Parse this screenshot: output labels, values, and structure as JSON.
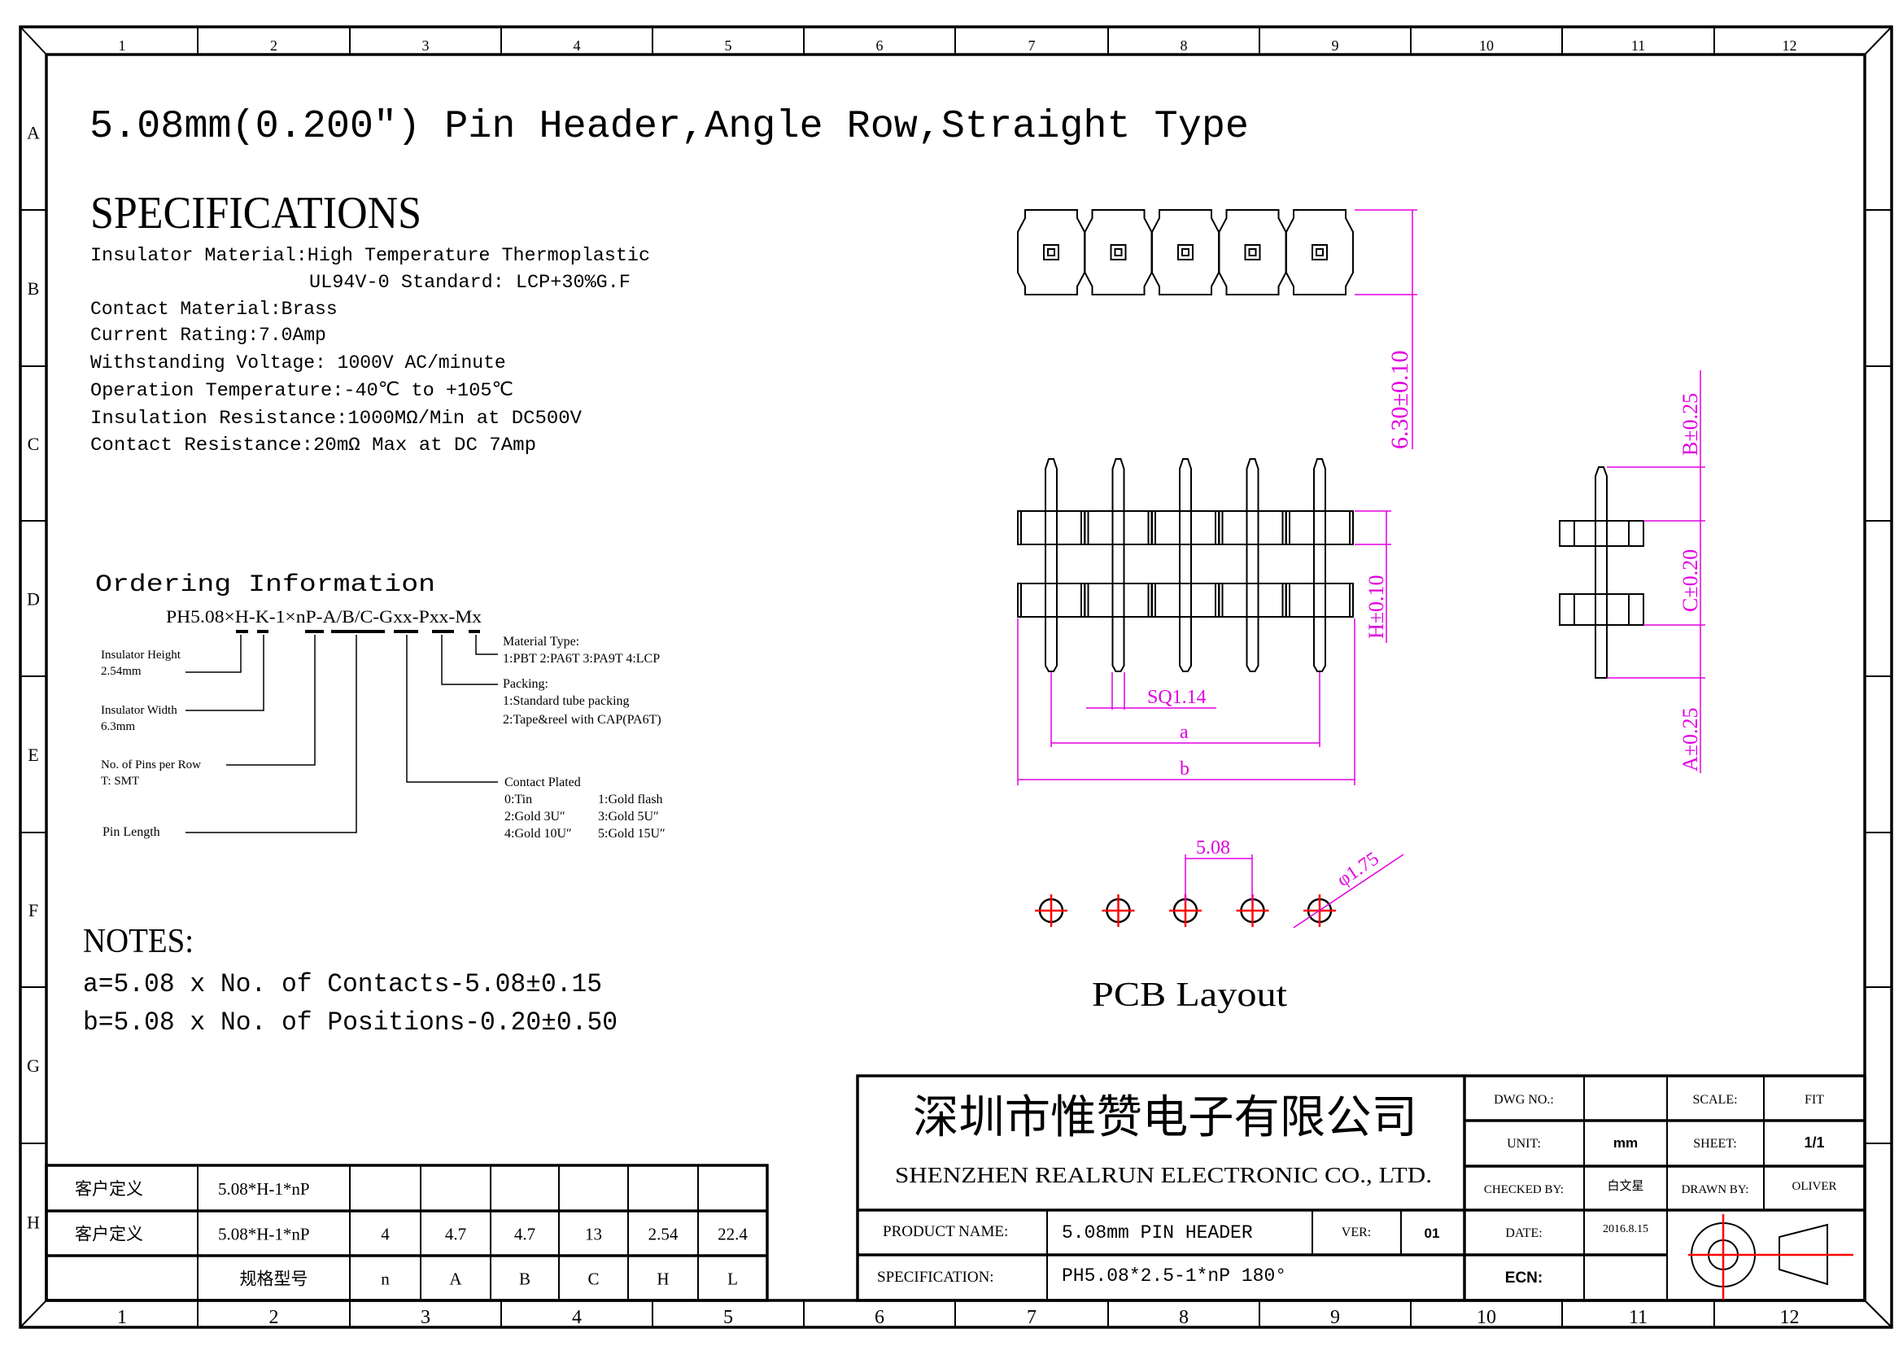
{
  "title": "5.08mm(0.200″) Pin Header,Angle Row,Straight Type",
  "specifications": {
    "heading": "SPECIFICATIONS",
    "lines": [
      "Insulator Material:High Temperature Thermoplastic",
      "UL94V-0 Standard: LCP+30%G.F",
      "Contact Material:Brass",
      "Current Rating:7.0Amp",
      "Withstanding Voltage: 1000V AC/minute",
      "Operation Temperature:-40℃ to +105℃",
      "Insulation Resistance:1000MΩ/Min at DC500V",
      "Contact Resistance:20mΩ Max at DC 7Amp"
    ]
  },
  "ordering": {
    "heading": "Ordering Information",
    "code": "PH5.08×H-K-1×nP-A/B/C-Gxx-Pxx-Mx",
    "left_labels": {
      "height": "Insulator Height",
      "height_val": "2.54mm",
      "width": "Insulator Width",
      "width_val": "6.3mm",
      "pins": "No. of Pins per Row",
      "pins_val": "T: SMT",
      "length": "Pin Length"
    },
    "material": {
      "title": "Material Type:",
      "options": "1:PBT 2:PA6T 3:PA9T 4:LCP"
    },
    "packing": {
      "title": "Packing:",
      "opt1": "1:Standard tube packing",
      "opt2": "2:Tape&reel with CAP(PA6T)"
    },
    "plating": {
      "title": "Contact Plated",
      "o0": "0:Tin",
      "o1": "1:Gold flash",
      "o2": "2:Gold 3U″",
      "o3": "3:Gold 5U″",
      "o4": "4:Gold 10U″",
      "o5": "5:Gold 15U″"
    }
  },
  "notes": {
    "heading": "NOTES:",
    "a": "a=5.08 x No. of Contacts-5.08±0.15",
    "b": "b=5.08 x No. of Positions-0.20±0.50"
  },
  "drawing": {
    "dim_height": "6.30±0.10",
    "dim_h": "H±0.10",
    "dim_sq": "SQ1.14",
    "dim_a": "a",
    "dim_b": "b",
    "dim_B": "B±0.25",
    "dim_C": "C±0.20",
    "dim_A": "A±0.25",
    "pitch": "5.08",
    "hole": "φ1.75",
    "pcb_label": "PCB Layout",
    "pin_count": 5,
    "dim_color": "#e000e0",
    "center_color": "#ff0000"
  },
  "title_block": {
    "company_cn": "深圳市惟赞电子有限公司",
    "company_en": "SHENZHEN REALRUN ELECTRONIC CO., LTD.",
    "dwg_no_label": "DWG NO.:",
    "scale_label": "SCALE:",
    "scale_value": "FIT",
    "unit_label": "UNIT:",
    "unit_value": "mm",
    "sheet_label": "SHEET:",
    "sheet_value": "1/1",
    "checked_label": "CHECKED BY:",
    "checked_value": "白文星",
    "drawn_label": "DRAWN BY:",
    "drawn_value": "OLIVER",
    "product_label": "PRODUCT NAME:",
    "product_value": "5.08mm PIN HEADER",
    "ver_label": "VER:",
    "ver_value": "01",
    "date_label": "DATE:",
    "date_value": "2016.8.15",
    "spec_label": "SPECIFICATION:",
    "spec_value": "PH5.08*2.5-1*nP 180°",
    "ecn_label": "ECN:"
  },
  "spec_table": {
    "rows": [
      [
        "客户定义",
        "5.08*H-1*nP",
        "",
        "",
        "",
        "",
        "",
        ""
      ],
      [
        "客户定义",
        "5.08*H-1*nP",
        "4",
        "4.7",
        "4.7",
        "13",
        "2.54",
        "22.4"
      ],
      [
        "",
        "规格型号",
        "n",
        "A",
        "B",
        "C",
        "H",
        "L"
      ]
    ]
  },
  "grid": {
    "columns": [
      "1",
      "2",
      "3",
      "4",
      "5",
      "6",
      "7",
      "8",
      "9",
      "10",
      "11",
      "12"
    ],
    "rows": [
      "A",
      "B",
      "C",
      "D",
      "E",
      "F",
      "G",
      "H"
    ]
  }
}
